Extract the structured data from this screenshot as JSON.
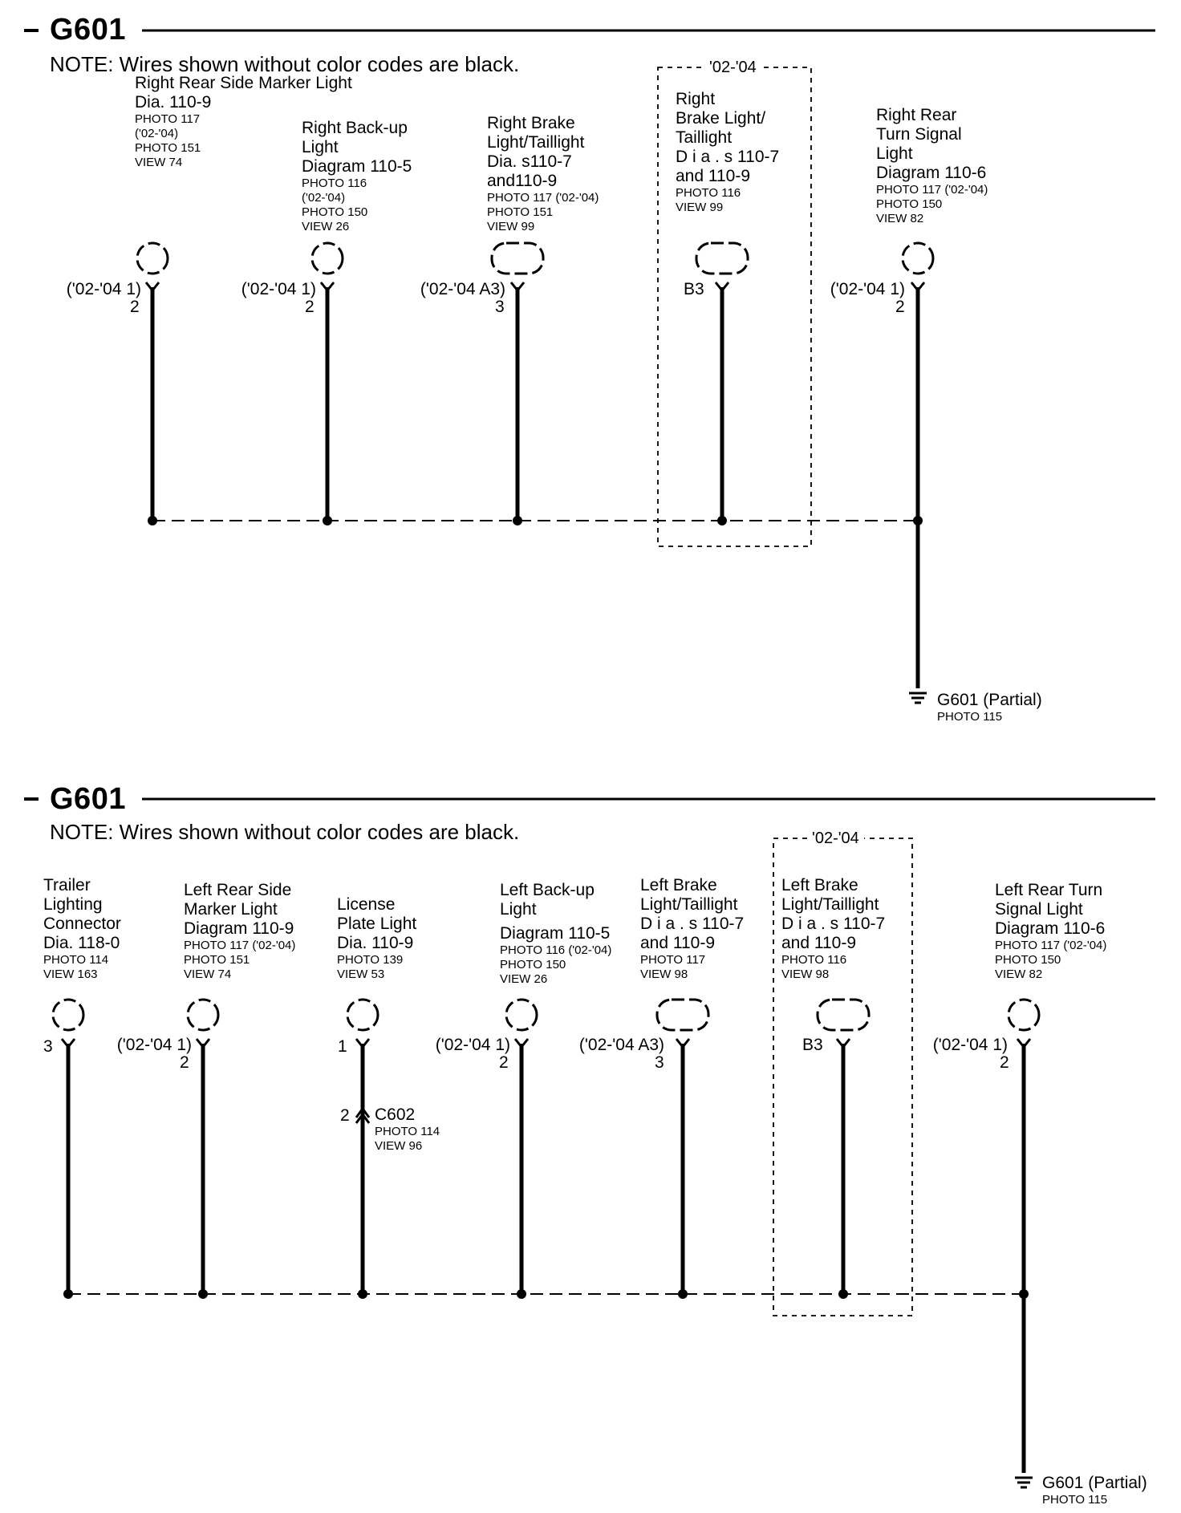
{
  "sections": [
    {
      "title": "G601",
      "note": "NOTE: Wires shown without color codes are black.",
      "year_box_label": "'02-'04",
      "components": [
        {
          "name": "Right  Rear Side Marker Light",
          "lines": [
            "Dia. 110-9"
          ],
          "small": [
            "PHOTO 117",
            "('02-'04)",
            "PHOTO 151",
            "VIEW 74"
          ],
          "pin_left": "('02-'04 1)",
          "pin_below": "2"
        },
        {
          "name": "Right  Back-up",
          "lines": [
            "Light",
            "Diagram 110-5"
          ],
          "small": [
            "PHOTO 116",
            "('02-'04)",
            "PHOTO 150",
            "VIEW 26"
          ],
          "pin_left": "('02-'04 1)",
          "pin_below": "2"
        },
        {
          "name": "Right  Brake",
          "lines": [
            "Light/Taillight",
            "Dia.  s110-7",
            "and110-9"
          ],
          "small": [
            "PHOTO 117 ('02-'04)",
            "PHOTO 151",
            "VIEW 99"
          ],
          "pin_left": "('02-'04 A3)",
          "pin_below": "3"
        },
        {
          "name": "Right",
          "lines": [
            "Brake Light/",
            "Taillight",
            "D i a .  s 110-7",
            "and 110-9"
          ],
          "small": [
            "PHOTO 116",
            "VIEW 99"
          ],
          "pin_left": "B3",
          "pin_below": ""
        },
        {
          "name": "Right  Rear",
          "lines": [
            "Turn Signal",
            "Light",
            "Diagram 110-6"
          ],
          "small": [
            "PHOTO 117 ('02-'04)",
            "PHOTO 150",
            "VIEW 82"
          ],
          "pin_left": "('02-'04 1)",
          "pin_below": "2"
        }
      ],
      "ground": {
        "label": "G601 (Partial)",
        "photo": "PHOTO 115"
      }
    },
    {
      "title": "G601",
      "note": "NOTE: Wires shown without color codes are black.",
      "year_box_label": "'02-'04",
      "components": [
        {
          "name": "Trailer",
          "lines": [
            "Lighting",
            "Connector",
            "Dia. 118-0"
          ],
          "small": [
            "PHOTO 114",
            "VIEW 163"
          ],
          "pin_left": "3",
          "pin_below": ""
        },
        {
          "name": "Left Rear Side",
          "lines": [
            "Marker Light",
            "Diagram 110-9"
          ],
          "small": [
            "PHOTO 117 ('02-'04)",
            "PHOTO 151",
            "VIEW 74"
          ],
          "pin_left": "('02-'04 1)",
          "pin_below": "2"
        },
        {
          "name": "License",
          "lines": [
            "Plate Light",
            "Dia. 110-9"
          ],
          "small": [
            "PHOTO 139",
            "VIEW 53"
          ],
          "pin_left": "1",
          "pin_below": ""
        },
        {
          "name": "Left Back-up",
          "lines": [
            "Light",
            "Diagram 110-5"
          ],
          "small": [
            "PHOTO 116 ('02-'04)",
            "PHOTO 150",
            "VIEW 26"
          ],
          "pin_left": "('02-'04 1)",
          "pin_below": "2"
        },
        {
          "name": "Left Brake",
          "lines": [
            "Light/Taillight",
            "D i a .  s 110-7",
            "and 110-9"
          ],
          "small": [
            "PHOTO 117",
            "VIEW 98"
          ],
          "pin_left": "('02-'04 A3)",
          "pin_below": "3"
        },
        {
          "name": "Left Brake",
          "lines": [
            "Light/Taillight",
            "D i a .  s 110-7",
            "and 110-9"
          ],
          "small": [
            "PHOTO 116",
            "VIEW 98"
          ],
          "pin_left": "B3",
          "pin_below": ""
        },
        {
          "name": "Left Rear Turn",
          "lines": [
            "Signal Light",
            "Diagram 110-6"
          ],
          "small": [
            "PHOTO 117 ('02-'04)",
            "PHOTO 150",
            "VIEW 82"
          ],
          "pin_left": "('02-'04 1)",
          "pin_below": "2"
        }
      ],
      "inline_connector": {
        "pin": "2",
        "name": "C602",
        "small": [
          "PHOTO 114",
          "VIEW 96"
        ]
      },
      "ground": {
        "label": "G601 (Partial)",
        "photo": "PHOTO 115"
      }
    }
  ]
}
